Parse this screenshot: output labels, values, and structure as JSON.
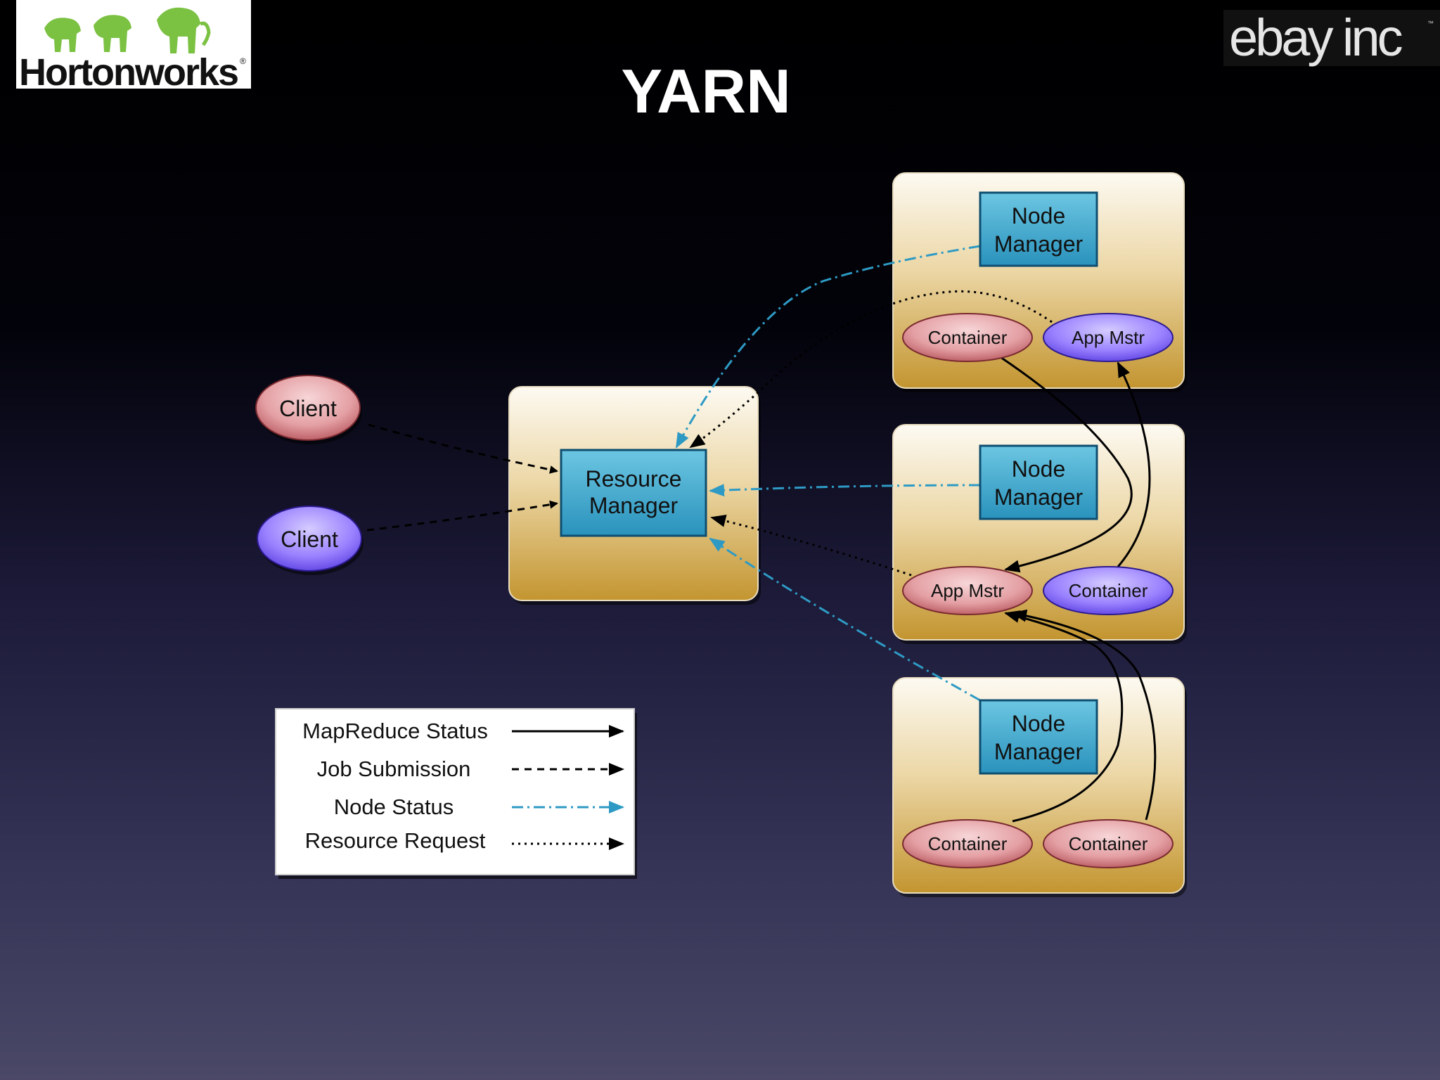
{
  "slide": {
    "title": "YARN"
  },
  "logos": {
    "left": {
      "text": "Hortonworks",
      "mark": "®",
      "icon": "elephants-icon"
    },
    "right": {
      "text": "ebay inc",
      "mark": "™"
    }
  },
  "diagram": {
    "clients": [
      "Client",
      "Client"
    ],
    "resource_manager": {
      "line1": "Resource",
      "line2": "Manager"
    },
    "nodes": [
      {
        "manager_line1": "Node",
        "manager_line2": "Manager",
        "left_pill": "Container",
        "right_pill": "App Mstr"
      },
      {
        "manager_line1": "Node",
        "manager_line2": "Manager",
        "left_pill": "App Mstr",
        "right_pill": "Container"
      },
      {
        "manager_line1": "Node",
        "manager_line2": "Manager",
        "left_pill": "Container",
        "right_pill": "Container"
      }
    ],
    "legend": [
      {
        "label": "MapReduce Status"
      },
      {
        "label": "Job Submission"
      },
      {
        "label": "Node Status"
      },
      {
        "label": "Resource Request"
      }
    ]
  },
  "colors": {
    "pink_pill": "#e8a3a7",
    "purple_pill": "#9a82ff",
    "node_status": "#2e9ac4",
    "panel_top": "#fbf7ee",
    "panel_bottom": "#c79a38",
    "manager_box": "#3aa6cc"
  }
}
